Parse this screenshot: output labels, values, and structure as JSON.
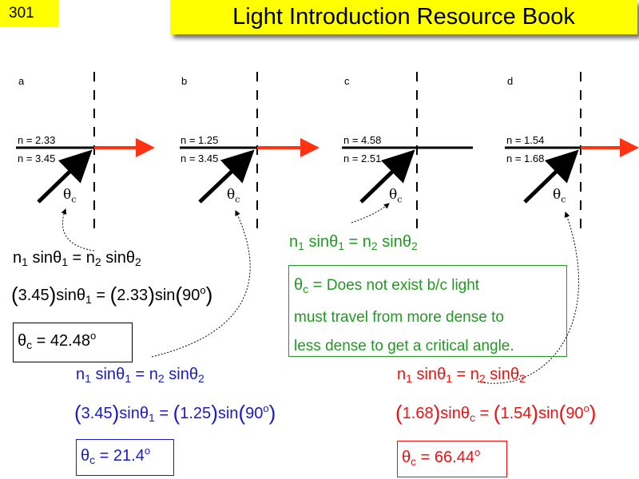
{
  "header": {
    "page_number": "301",
    "title": "Light Introduction Resource Book"
  },
  "panels": [
    {
      "label": "a",
      "n_top": "n = 2.33",
      "n_bottom": "n = 3.45",
      "angle": "θ",
      "angle_sub": "c"
    },
    {
      "label": "b",
      "n_top": "n = 1.25",
      "n_bottom": "n = 3.45",
      "angle": "θ",
      "angle_sub": "c"
    },
    {
      "label": "c",
      "n_top": "n = 4.58",
      "n_bottom": "n = 2.51",
      "angle": "θ",
      "angle_sub": "c"
    },
    {
      "label": "d",
      "n_top": "n = 1.54",
      "n_bottom": "n = 1.68",
      "angle": "θ",
      "angle_sub": "c"
    }
  ],
  "solution_a": {
    "line1": {
      "n1": "n",
      "s1": "1",
      "sin1": "sin",
      "t1": "θ",
      "ts1": "1",
      "eq": " = ",
      "n2": "n",
      "s2": "2",
      "sin2": "sin",
      "t2": "θ",
      "ts2": "2"
    },
    "line2": {
      "v1": "3.45",
      "sin1": "sin",
      "t1": "θ",
      "ts1": "1",
      "eq": " = ",
      "v2": "2.33",
      "sin2": "sin",
      "angle": "90",
      "deg": "o"
    },
    "result": {
      "t": "θ",
      "ts": "c",
      "eq": " = ",
      "value": "42.48",
      "deg": "o"
    }
  },
  "solution_b": {
    "line1": {
      "n1": "n",
      "s1": "1",
      "sin1": "sin",
      "t1": "θ",
      "ts1": "1",
      "eq": " = ",
      "n2": "n",
      "s2": "2",
      "sin2": "sin",
      "t2": "θ",
      "ts2": "2"
    },
    "line2": {
      "v1": "3.45",
      "sin1": "sin",
      "t1": "θ",
      "ts1": "1",
      "eq": " = ",
      "v2": "1.25",
      "sin2": "sin",
      "angle": "90",
      "deg": "o"
    },
    "result": {
      "t": "θ",
      "ts": "c",
      "eq": " = ",
      "value": "21.4",
      "deg": "o"
    }
  },
  "solution_c": {
    "line1": {
      "n1": "n",
      "s1": "1",
      "sin1": "sin",
      "t1": "θ",
      "ts1": "1",
      "eq": " = ",
      "n2": "n",
      "s2": "2",
      "sin2": "sin",
      "t2": "θ",
      "ts2": "2"
    },
    "note": {
      "t": "θ",
      "ts": "c",
      "eq": " = ",
      "text1": "Does not exist b/c light",
      "text2": "must travel from more dense to",
      "text3": "less dense to get a critical angle."
    }
  },
  "solution_d": {
    "line1": {
      "n1": "n",
      "s1": "1",
      "sin1": "sin",
      "t1": "θ",
      "ts1": "1",
      "eq": " = ",
      "n2": "n",
      "s2": "2",
      "sin2": "sin",
      "t2": "θ",
      "ts2": "2"
    },
    "line2": {
      "v1": "1.68",
      "sin1": "sin",
      "t1": "θ",
      "ts1": "c",
      "eq": " = ",
      "v2": "1.54",
      "sin2": "sin",
      "angle": "90",
      "deg": "o"
    },
    "result": {
      "t": "θ",
      "ts": "c",
      "eq": " = ",
      "value": "66.44",
      "deg": "o"
    }
  },
  "colors": {
    "header_bg": "#ffff00",
    "ray_refracted": "#ff3311",
    "solution_a": "#000000",
    "solution_b": "#1a1acc",
    "solution_c": "#229922",
    "solution_d": "#ee1111"
  }
}
